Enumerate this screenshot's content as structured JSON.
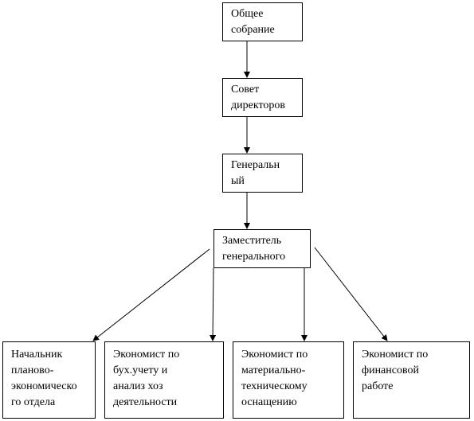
{
  "nodes": {
    "general_meeting": {
      "lines": [
        "Общее",
        "собрание"
      ]
    },
    "board_of_directors": {
      "lines": [
        "Совет",
        "директоров"
      ]
    },
    "general_director": {
      "lines": [
        "Генеральн",
        "ый"
      ]
    },
    "deputy": {
      "lines": [
        "Заместитель",
        "генерального"
      ]
    },
    "head_planning": {
      "lines": [
        "Начальник",
        "планово-",
        "экономическо",
        "го отдела"
      ]
    },
    "econ_accounting": {
      "lines": [
        "Экономист по",
        "бух.учету и",
        "анализ хоз",
        "деятельности"
      ]
    },
    "econ_material": {
      "lines": [
        "Экономист по",
        "материально-",
        "техническому",
        "оснащению"
      ]
    },
    "econ_finance": {
      "lines": [
        "Экономист по",
        "финансовой",
        "работе"
      ]
    }
  },
  "colors": {
    "line": "#000000",
    "box_border": "#000000",
    "background": "#ffffff"
  }
}
